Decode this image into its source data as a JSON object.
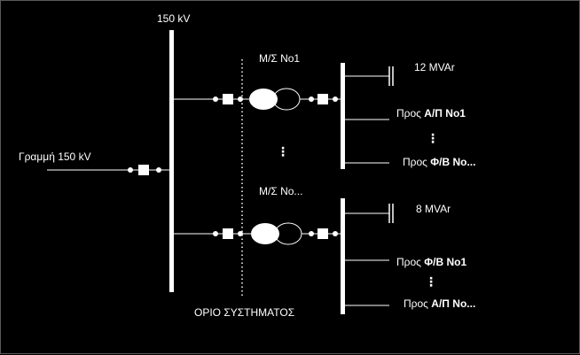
{
  "colors": {
    "background": "#000000",
    "foreground": "#ffffff",
    "frame": "#5a5a5a"
  },
  "labels": {
    "busbar_voltage": "150 kV",
    "incoming_line": "Γραμμή 150 kV",
    "system_boundary": "ΟΡΙΟ ΣΥΣΤΗΜΑΤΟΣ",
    "vertical_ellipsis": "⋮"
  },
  "substations": [
    {
      "name": "Μ/Σ Νο1",
      "capacitor": "12 MVAr",
      "feeder_top_prefix": "Προς ",
      "feeder_top_target": "Α/Π Νο1",
      "feeder_bottom_prefix": "Προς ",
      "feeder_bottom_target": "Φ/Β Νο..."
    },
    {
      "name": "Μ/Σ Νο...",
      "capacitor": "8 MVAr",
      "feeder_top_prefix": "Προς ",
      "feeder_top_target": "Φ/Β Νο1",
      "feeder_bottom_prefix": "Προς ",
      "feeder_bottom_target": "Α/Π Νο..."
    }
  ]
}
